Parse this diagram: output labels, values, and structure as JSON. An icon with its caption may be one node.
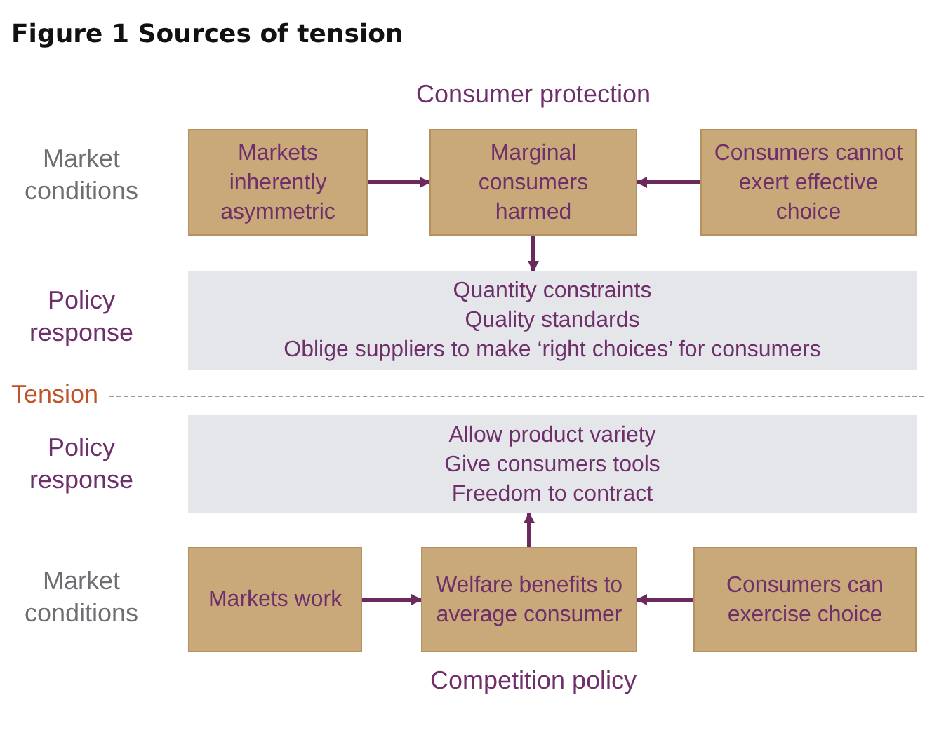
{
  "diagram": {
    "title": "Figure 1  Sources of tension",
    "nodes": [
      {
        "text": [
          "Markets inherently asymmetric"
        ]
      },
      {
        "text": [
          "Marginal consumers harmed"
        ]
      },
      {
        "text": [
          "Consumers cannot exert effective choice"
        ]
      },
      {
        "text": [
          "Quantity constraints",
          "Quality standards",
          "Oblige suppliers to make ‘right choices’ for consumers"
        ]
      },
      {
        "text": [
          "Allow product variety",
          "Give consumers tools",
          "Freedom to contract"
        ]
      },
      {
        "text": [
          "Markets work"
        ]
      },
      {
        "text": [
          "Welfare benefits to average consumer"
        ]
      },
      {
        "text": [
          "Consumers can exercise choice"
        ]
      }
    ],
    "edges": [
      {
        "from": 0,
        "to": 1,
        "arrow": "to"
      },
      {
        "from": 2,
        "to": 1,
        "arrow": "to"
      },
      {
        "from": 1,
        "to": 3,
        "arrow": "to"
      },
      {
        "from": 5,
        "to": 6,
        "arrow": "to"
      },
      {
        "from": 7,
        "to": 6,
        "arrow": "to"
      },
      {
        "from": 6,
        "to": 4,
        "arrow": "to"
      }
    ],
    "labels": [
      "Consumer protection",
      "Market conditions",
      "Policy response",
      "Tension",
      "Policy response",
      "Market conditions",
      "Competition policy"
    ]
  }
}
